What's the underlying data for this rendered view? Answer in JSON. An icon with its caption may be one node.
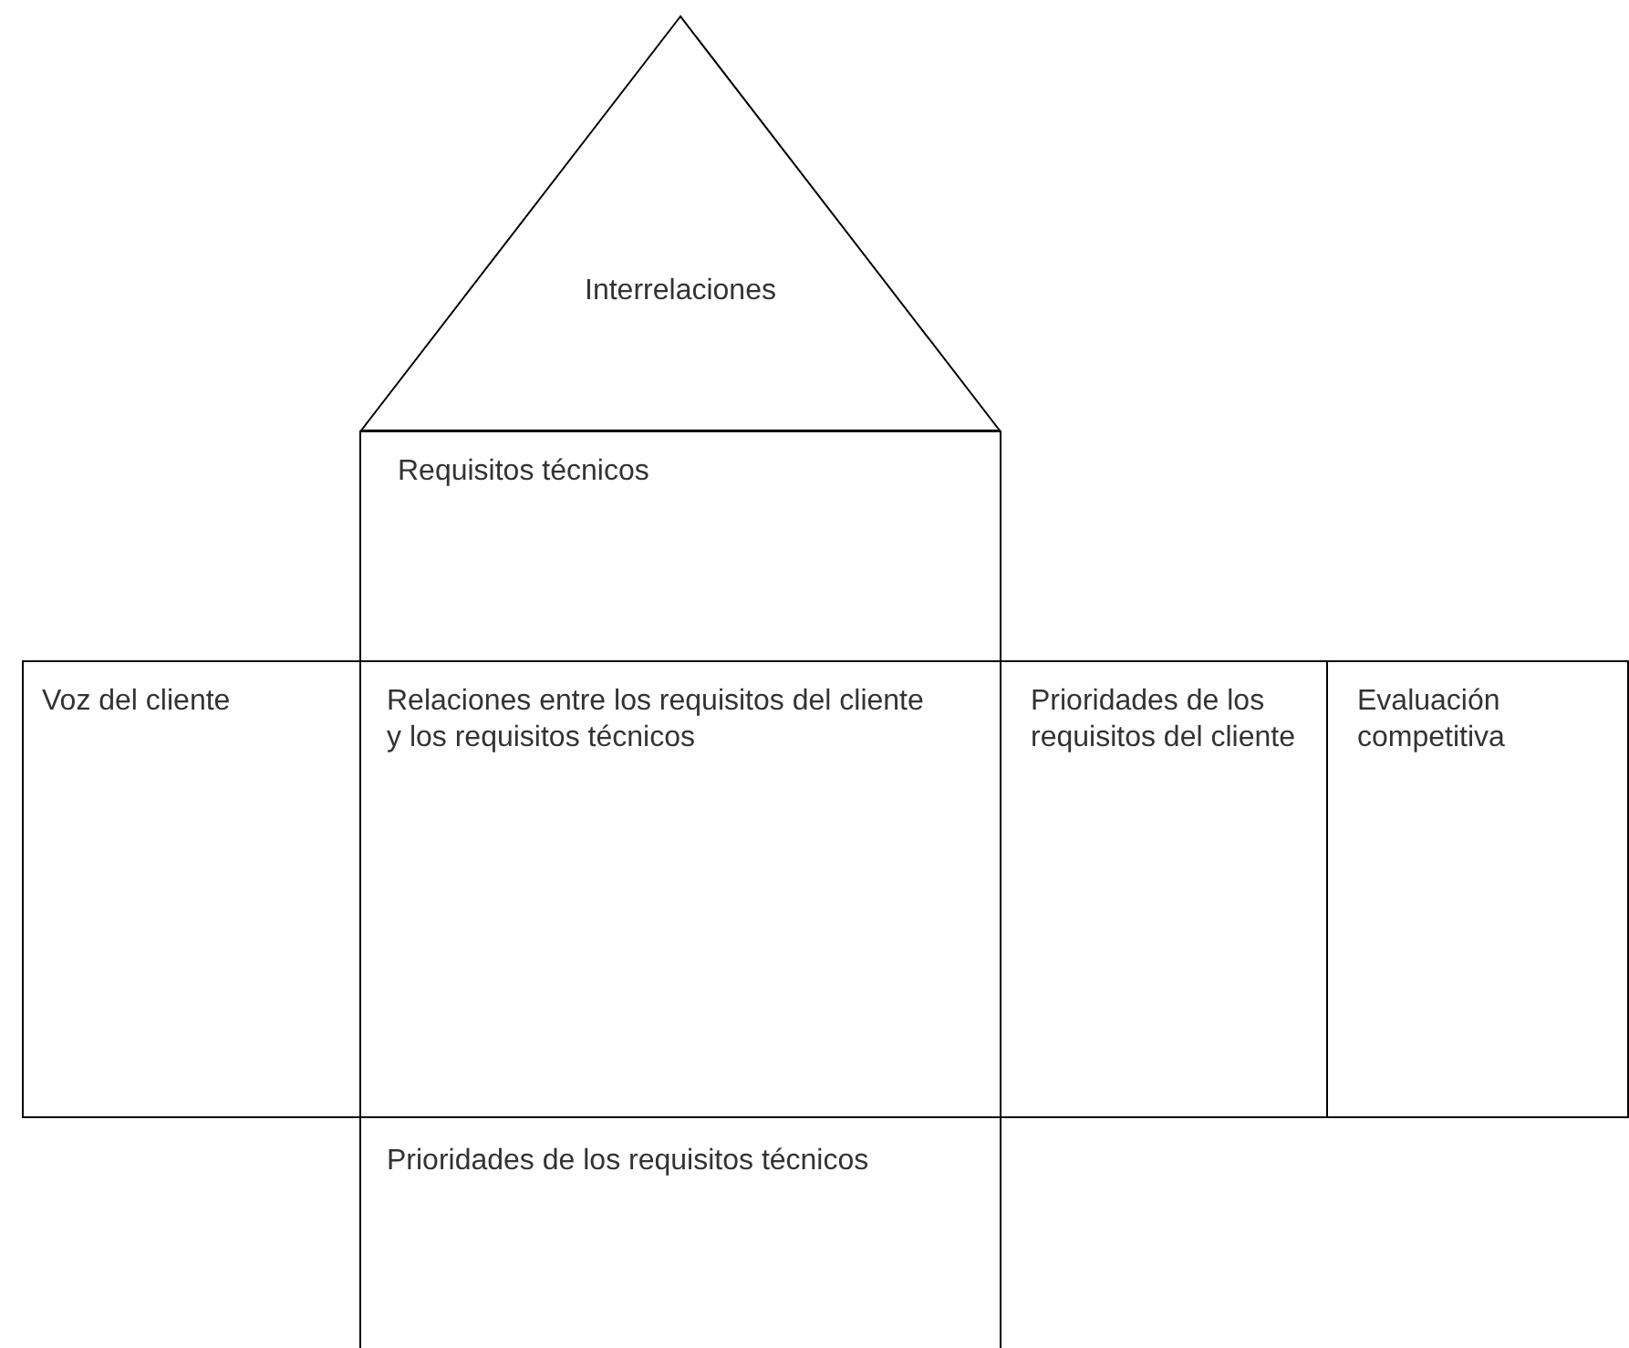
{
  "diagram": {
    "nodes": [
      {
        "text": [
          "Interrelaciones"
        ]
      },
      {
        "text": [
          "Requisitos técnicos"
        ]
      },
      {
        "text": [
          "Voz del cliente"
        ]
      },
      {
        "text": [
          "Relaciones entre los requisitos del cliente y los requisitos técnicos"
        ]
      },
      {
        "text": [
          "Prioridades de los requisitos del cliente"
        ]
      },
      {
        "text": [
          "Evaluación competitiva"
        ]
      },
      {
        "text": [
          "Prioridades de los requisitos técnicos"
        ]
      }
    ]
  }
}
